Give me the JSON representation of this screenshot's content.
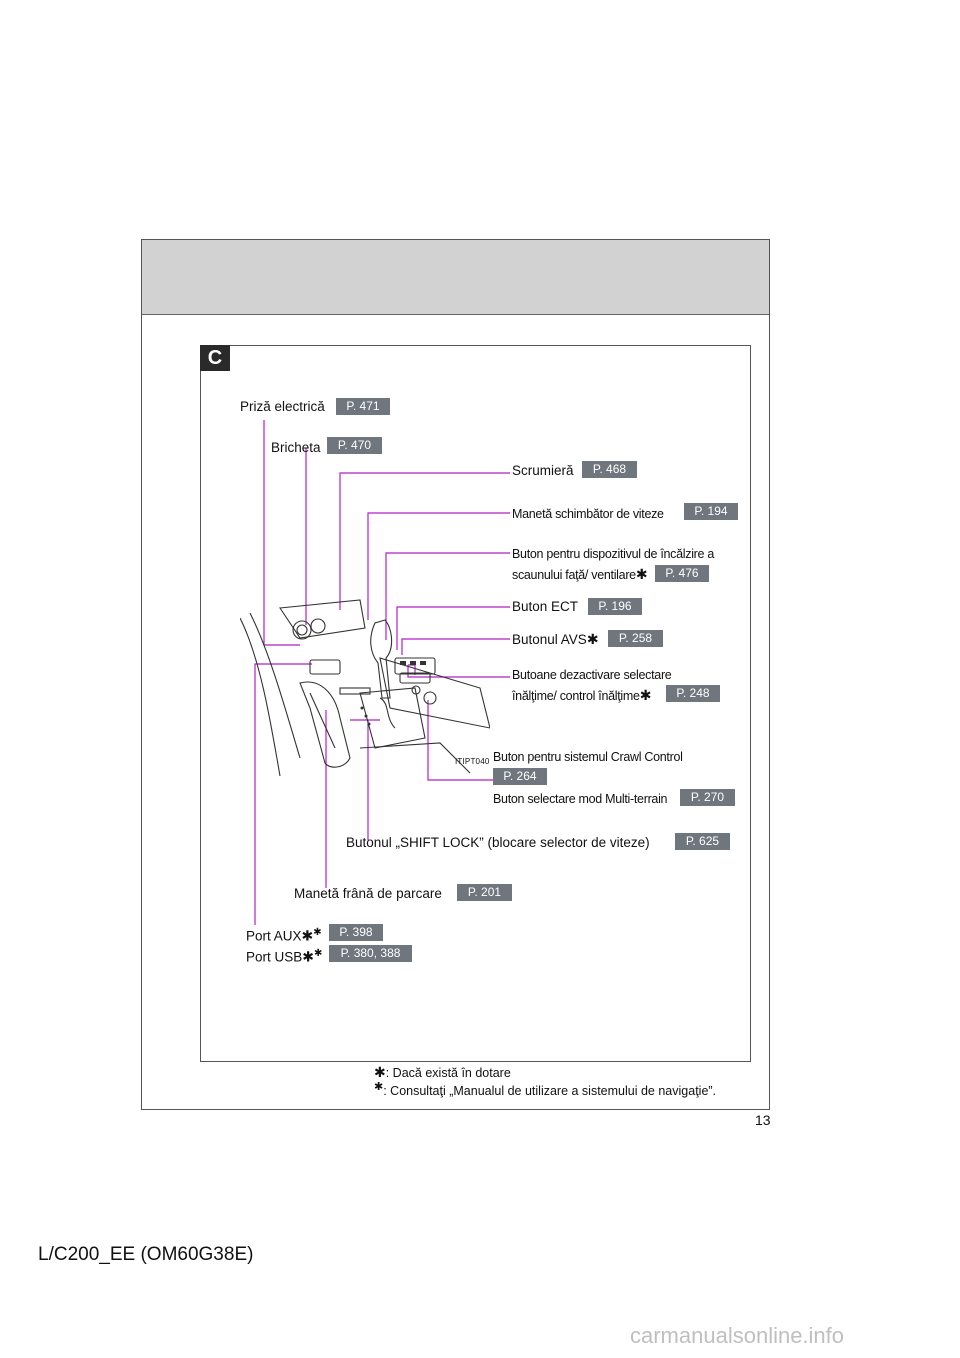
{
  "section": {
    "badge": "C"
  },
  "labels": {
    "power_outlet": {
      "text": "Priză electrică",
      "page": "P. 471"
    },
    "lighter": {
      "text": "Bricheta",
      "page": "P. 470"
    },
    "ashtray": {
      "text": "Scrumieră",
      "page": "P. 468"
    },
    "shift_lever": {
      "text": "Manetă schimbător de viteze",
      "page": "P. 194"
    },
    "seat_heater_line1": "Buton pentru dispozitivul de încălzire a",
    "seat_heater_line2": "scaunului faţă/ ventilare",
    "seat_heater_page": "P. 476",
    "ect": {
      "text": "Buton ECT",
      "page": "P. 196"
    },
    "avs": {
      "text": "Butonul AVS",
      "page": "P. 258"
    },
    "height_line1": "Butoane dezactivare selectare",
    "height_line2": "înălţime/ control înălţime",
    "height_page": "P. 248",
    "crawl": {
      "text": "Buton pentru sistemul Crawl Control",
      "page": "P. 264"
    },
    "multi_terrain": {
      "text": "Buton selectare mod Multi-terrain",
      "page": "P. 270"
    },
    "shift_lock": {
      "text": "Butonul „SHIFT LOCK” (blocare selector de viteze)",
      "page": "P. 625"
    },
    "parking_brake": {
      "text": "Manetă frână de parcare",
      "page": "P. 201"
    },
    "aux": {
      "text": "Port AUX",
      "page": "P. 398"
    },
    "usb": {
      "text": "Port USB",
      "page": "P. 380, 388"
    }
  },
  "star_symbol": "✱",
  "image_code": "ITIPT040",
  "footnotes": {
    "star1": ": Dacă există în dotare",
    "star2": ": Consultaţi „Manualul de utilizare a sistemului de navigaţie”."
  },
  "page_number": "13",
  "model_code": "L/C200_EE (OM60G38E)",
  "watermark": "carmanualsonline.info",
  "colors": {
    "leader": "#b41ec8",
    "page_box": "#6f767d",
    "header": "#d2d2d2"
  }
}
